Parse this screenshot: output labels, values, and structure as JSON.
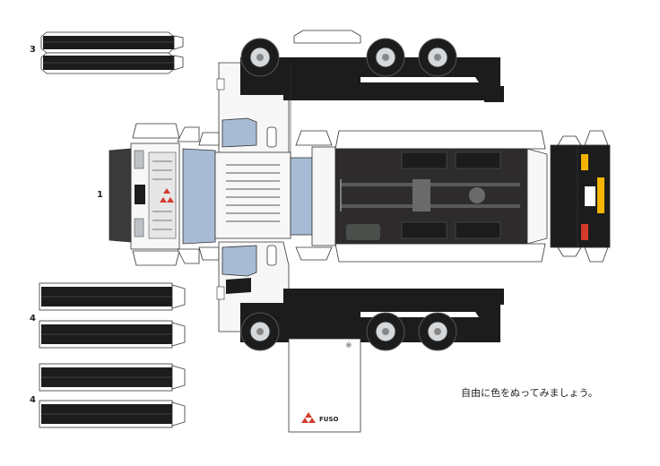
{
  "parts": [
    {
      "id": "part-1",
      "label": "1"
    },
    {
      "id": "part-3",
      "label": "3"
    },
    {
      "id": "part-4a",
      "label": "4"
    },
    {
      "id": "part-4b",
      "label": "4"
    }
  ],
  "instructions": "自由に色をぬってみましょう。",
  "brand_text": "FUSO",
  "mark": "*",
  "colors": {
    "black": "#1c1c1c",
    "cab_white": "#f7f7f7",
    "glass": "#a7bcd4",
    "outline": "#333333",
    "amber": "#f4b400",
    "red": "#d43b2a",
    "chrome": "#bfc3c7"
  }
}
